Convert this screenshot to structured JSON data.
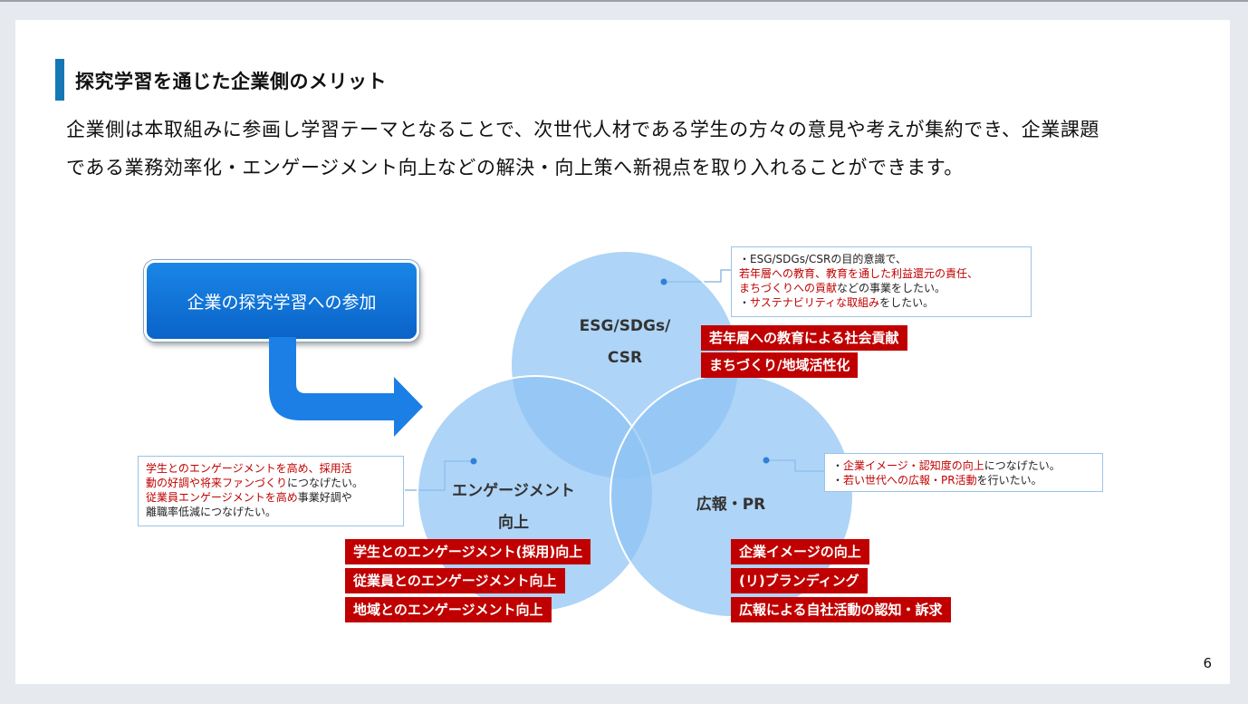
{
  "slide": {
    "title": "探究学習を通じた企業側のメリット",
    "lead": [
      "企業側は本取組みに参画し学習テーマとなることで、次世代人材である学生の方々の意見や考えが集約でき、企業課題",
      "である業務効率化・エンゲージメント向上などの解決・向上策へ新視点を取り入れることができます。"
    ],
    "page_number": "6"
  },
  "cta": {
    "label": "企業の探究学習への参加"
  },
  "circles": {
    "esg": {
      "label_1": "ESG/SDGs/",
      "label_2": "CSR"
    },
    "engage": {
      "label_1": "エンゲージメント",
      "label_2": "向上"
    },
    "pr": {
      "label": "広報・PR"
    }
  },
  "notes": {
    "esg": {
      "line1": "・ESG/SDGs/CSRの目的意識で、",
      "line2_red": "若年層への教育、教育を通した利益還元の責任、",
      "line3_red": "まちづくりへの貢献",
      "line3_black": "などの事業をしたい。",
      "line4_black1": "・",
      "line4_red": "サステナビリティな取組み",
      "line4_black2": "をしたい。"
    },
    "engage": {
      "line1_red": "学生とのエンゲージメントを高め、採用活",
      "line2_red": "動の好調や将来ファンづくり",
      "line2_black": "につなげたい。",
      "line3_red": "従業員エンゲージメントを高め",
      "line3_black": "事業好調や",
      "line4_black": "離職率低減につなげたい。"
    },
    "pr": {
      "line1_black1": "・",
      "line1_red": "企業イメージ・認知度の向上",
      "line1_black2": "につなげたい。",
      "line2_black1": "・",
      "line2_red": "若い世代への広報・PR活動",
      "line2_black2": "を行いたい。"
    }
  },
  "tags": {
    "esg": [
      "若年層への教育による社会貢献",
      "まちづくり/地域活性化"
    ],
    "engage": [
      "学生とのエンゲージメント(採用)向上",
      "従業員とのエンゲージメント向上",
      "地域とのエンゲージメント向上"
    ],
    "pr": [
      "企業イメージの向上",
      "(リ)ブランディング",
      "広報による自社活動の認知・訴求"
    ]
  },
  "colors": {
    "accent": "#1677b5",
    "tag_red": "#c00000",
    "circle_fill": "#8fc3f4",
    "note_border": "#9cc3e6"
  }
}
